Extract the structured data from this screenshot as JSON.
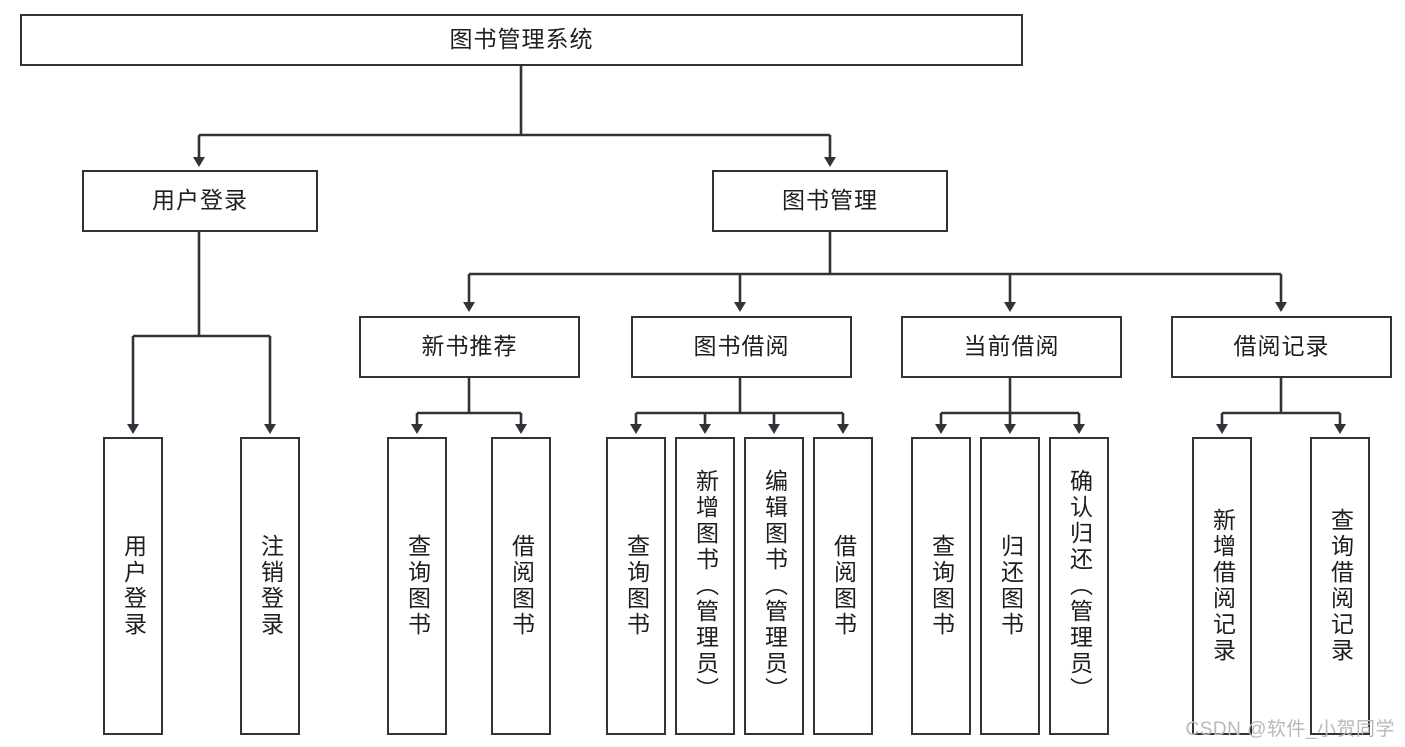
{
  "diagram": {
    "title": "图书管理系统",
    "stroke_color": "#32323a",
    "text_color": "#1d1d22",
    "background": "#ffffff"
  },
  "root": {
    "label": "图书管理系统"
  },
  "level2": [
    {
      "label": "用户登录"
    },
    {
      "label": "图书管理"
    }
  ],
  "level3": [
    {
      "label": "新书推荐"
    },
    {
      "label": "图书借阅"
    },
    {
      "label": "当前借阅"
    },
    {
      "label": "借阅记录"
    }
  ],
  "leaves": {
    "user_login": [
      {
        "label": "用户登录"
      },
      {
        "label": "注销登录"
      }
    ],
    "new_book_recommend": [
      {
        "label": "查询图书"
      },
      {
        "label": "借阅图书"
      }
    ],
    "book_borrow": [
      {
        "label": "查询图书"
      },
      {
        "label": "新增图书（管理员）"
      },
      {
        "label": "编辑图书（管理员）"
      },
      {
        "label": "借阅图书"
      }
    ],
    "current_borrow": [
      {
        "label": "查询图书"
      },
      {
        "label": "归还图书"
      },
      {
        "label": "确认归还（管理员）"
      }
    ],
    "borrow_record": [
      {
        "label": "新增借阅记录"
      },
      {
        "label": "查询借阅记录"
      }
    ]
  },
  "watermark": {
    "text": "CSDN @软件_小贺同学"
  }
}
